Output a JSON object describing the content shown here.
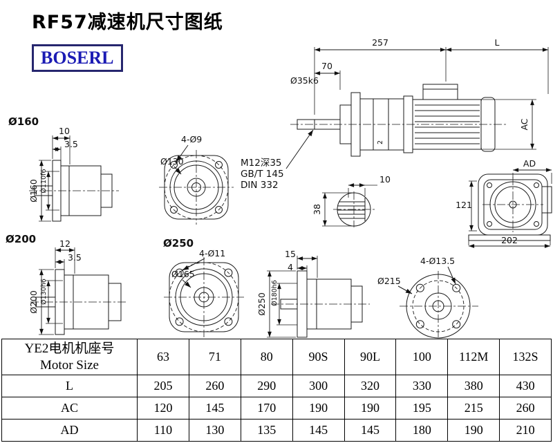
{
  "title": "RF57减速机尺寸图纸",
  "logo": "BOSERL",
  "drawings": {
    "main": {
      "dim_257": "257",
      "dim_l": "L",
      "dim_70": "70",
      "shaft_dia": "Ø35k6",
      "dim_ac": "AC",
      "dim_2": "2",
      "note_tap": "M12深35",
      "note_gb": "GB/T 145",
      "note_din": "DIN 332"
    },
    "shaft_section": {
      "dim_10": "10",
      "dim_38": "38"
    },
    "view_160": {
      "label": "Ø160",
      "dim_10": "10",
      "dim_3_5": "3.5",
      "dia_outer": "Ø160",
      "dia_spigot": "Ø110f6"
    },
    "flange_130": {
      "dia": "Ø130",
      "holes": "4-Ø9"
    },
    "view_ad": {
      "label": "AD",
      "dim_121": "121",
      "dim_202": "202"
    },
    "view_200": {
      "label": "Ø200",
      "dim_12": "12",
      "dim_3_5": "3.5",
      "dia_outer": "Ø200",
      "dia_spigot": "Ø130h6"
    },
    "flange_250": {
      "label": "Ø250",
      "dia_165": "Ø165",
      "holes": "4-Ø11"
    },
    "view_250_side": {
      "dim_15": "15",
      "dim_4": "4",
      "dia_outer": "Ø250",
      "dia_spigot": "Ø180h6"
    },
    "flange_215": {
      "dia": "Ø215",
      "holes": "4-Ø13.5"
    }
  },
  "table": {
    "header_cn": "YE2电机机座号",
    "header_en": "Motor Size",
    "sizes": [
      "63",
      "71",
      "80",
      "90S",
      "90L",
      "100",
      "112M",
      "132S"
    ],
    "rows": [
      {
        "label": "L",
        "values": [
          "205",
          "260",
          "290",
          "300",
          "320",
          "330",
          "380",
          "430"
        ]
      },
      {
        "label": "AC",
        "values": [
          "120",
          "145",
          "170",
          "190",
          "190",
          "195",
          "215",
          "260"
        ]
      },
      {
        "label": "AD",
        "values": [
          "110",
          "130",
          "135",
          "145",
          "145",
          "180",
          "190",
          "210"
        ]
      }
    ]
  }
}
